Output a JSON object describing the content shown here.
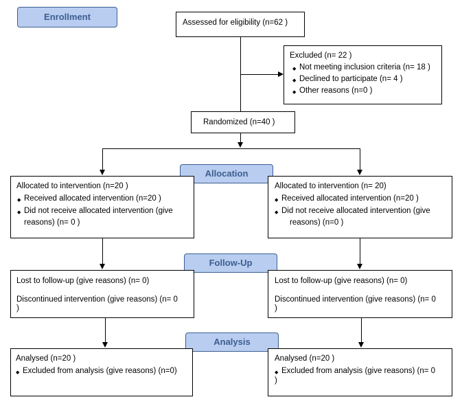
{
  "labels": {
    "enrollment": "Enrollment",
    "allocation": "Allocation",
    "follow_up": "Follow-Up",
    "analysis": "Analysis"
  },
  "assessed": "Assessed for eligibility (n=62 )",
  "excluded": {
    "title": "Excluded (n= 22 )",
    "items": [
      "Not meeting inclusion criteria (n= 18 )",
      "Declined to participate (n= 4 )",
      "Other reasons (n=0 )"
    ]
  },
  "randomized": "Randomized (n=40 )",
  "allocation_left": {
    "title": "Allocated to intervention (n=20 )",
    "item1": "Received allocated intervention (n=20 )",
    "item2_line1": "Did not receive allocated intervention (give",
    "item2_line2": "reasons) (n= 0 )"
  },
  "allocation_right": {
    "title": "Allocated to intervention (n= 20)",
    "item1": "Received allocated intervention (n=20 )",
    "item2_line1": "Did not receive allocated intervention (give",
    "item2_line2": "reasons) (n=0 )"
  },
  "followup_left": {
    "lost": "Lost to follow-up (give reasons) (n= 0)",
    "discontinued_line1": "Discontinued intervention (give reasons) (n= 0",
    "discontinued_line2": ")"
  },
  "followup_right": {
    "lost": "Lost to follow-up (give reasons) (n= 0)",
    "discontinued_line1": "Discontinued intervention (give reasons) (n= 0",
    "discontinued_line2": ")"
  },
  "analysis_left": {
    "analysed": "Analysed (n=20 )",
    "excluded": "Excluded from analysis (give reasons) (n=0)"
  },
  "analysis_right": {
    "analysed": "Analysed (n=20 )",
    "excluded_line1": "Excluded from analysis (give reasons) (n= 0",
    "excluded_line2": ")"
  }
}
